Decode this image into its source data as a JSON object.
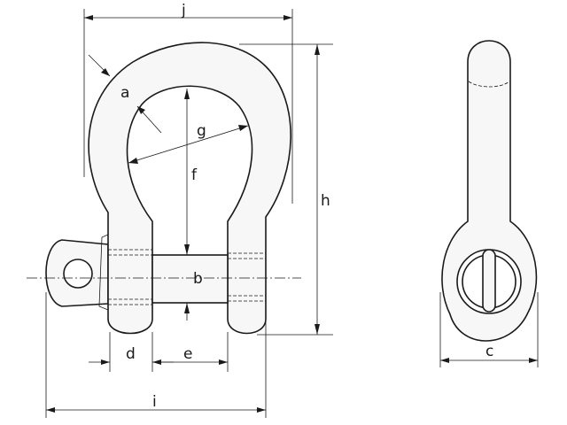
{
  "labels": {
    "a": "a",
    "b": "b",
    "c": "c",
    "d": "d",
    "e": "e",
    "f": "f",
    "g": "g",
    "h": "h",
    "i": "i",
    "j": "j"
  },
  "colors": {
    "line": "#1a1a1a",
    "fill": "#f7f7f7",
    "background": "#ffffff"
  }
}
